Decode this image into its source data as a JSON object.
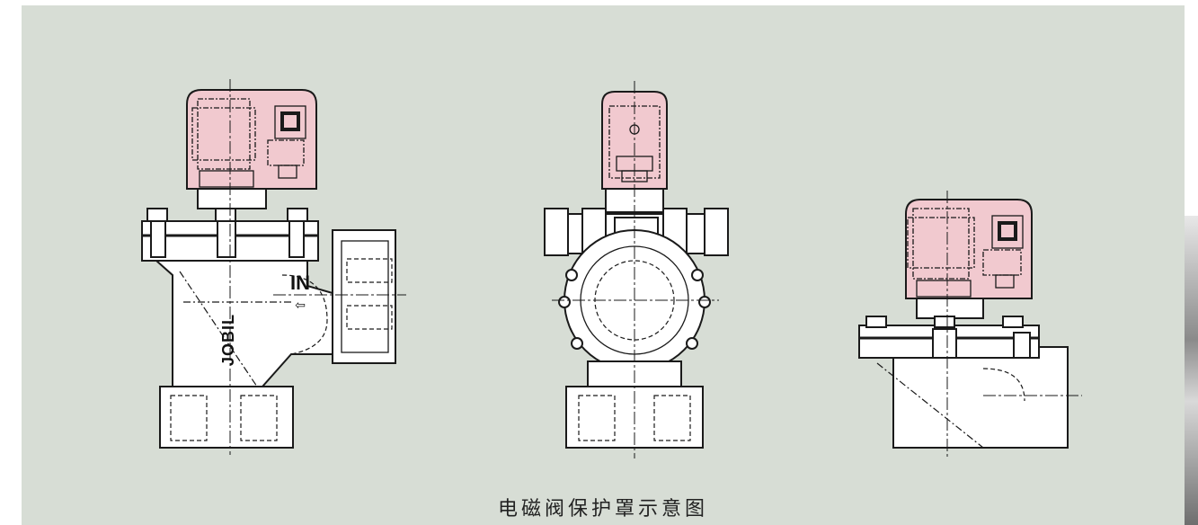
{
  "caption": "电磁阀保护罩示意图",
  "inlet_label": "IN",
  "arrow_glyph": "⇦",
  "brand_mark": "JOBIL",
  "colors": {
    "background": "#d7ddd5",
    "cover": "#f1c9cf",
    "line": "#1a1a1a"
  }
}
